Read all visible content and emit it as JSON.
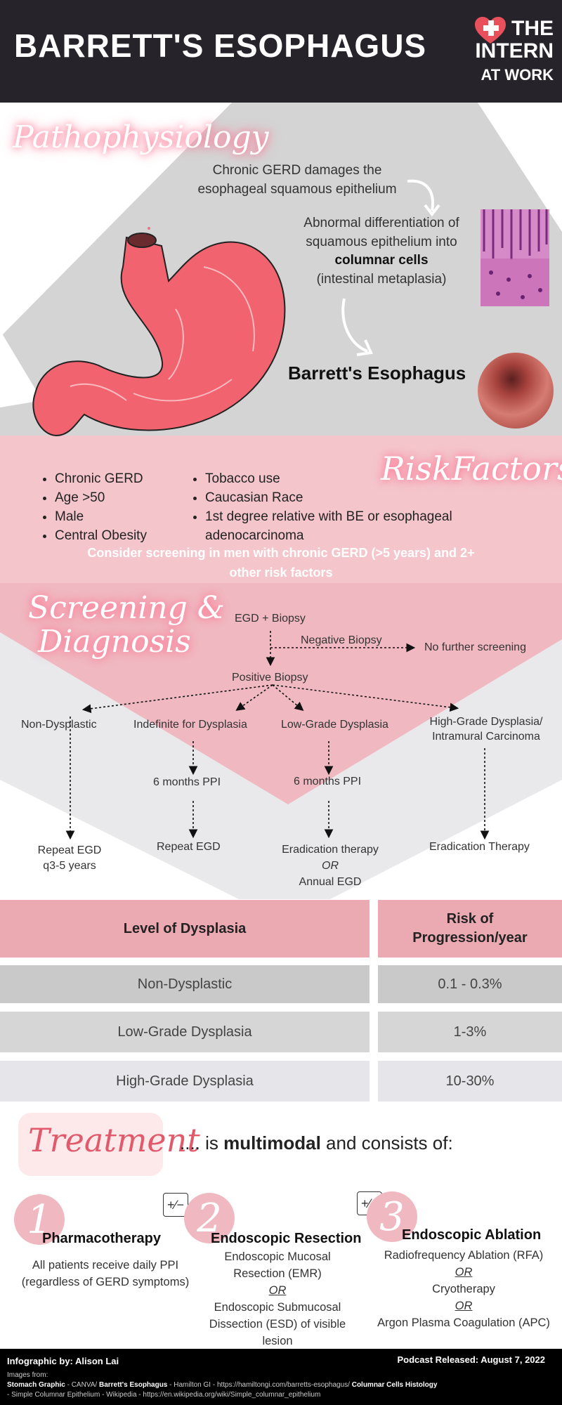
{
  "header": {
    "title": "BARRETT'S ESOPHAGUS",
    "logo_line1": "THE",
    "logo_line2": "INTERN",
    "logo_line3": "AT WORK"
  },
  "patho": {
    "heading": "Pathophysiology",
    "text1": "Chronic GERD damages the esophageal squamous epithelium",
    "text2a": "Abnormal differentiation of squamous epithelium into",
    "text2b": "columnar cells",
    "text2c": "(intestinal metaplasia)",
    "result": "Barrett's Esophagus"
  },
  "risk": {
    "heading": "RiskFactors",
    "col1": [
      "Chronic GERD",
      "Age >50",
      "Male",
      "Central Obesity"
    ],
    "col2": [
      "Tobacco use",
      "Caucasian Race",
      "1st degree relative with BE or esophageal adenocarcinoma"
    ],
    "note": "Consider screening in men with chronic GERD (>5 years) and 2+ other risk factors"
  },
  "screening": {
    "heading1": "Screening &",
    "heading2": "Diagnosis",
    "egd": "EGD + Biopsy",
    "neg": "Negative Biopsy",
    "no_further": "No further screening",
    "pos": "Positive Biopsy",
    "nd": "Non-Dysplastic",
    "ind": "Indefinite for Dysplasia",
    "lgd": "Low-Grade Dysplasia",
    "hgd": "High-Grade Dysplasia/ Intramural Carcinoma",
    "ppi1": "6 months PPI",
    "ppi2": "6 months PPI",
    "out_nd": "Repeat EGD q3-5 years",
    "out_ind": "Repeat EGD",
    "out_lgd1": "Eradication therapy",
    "out_lgd_or": "OR",
    "out_lgd2": "Annual EGD",
    "out_hgd": "Eradication Therapy"
  },
  "table": {
    "col1": "Level of Dysplasia",
    "col2": "Risk of Progression/year",
    "rows": [
      {
        "level": "Non-Dysplastic",
        "risk": "0.1 - 0.3%"
      },
      {
        "level": "Low-Grade Dysplasia",
        "risk": "1-3%"
      },
      {
        "level": "High-Grade Dysplasia",
        "risk": "10-30%"
      }
    ]
  },
  "treatment": {
    "heading": "Treatment",
    "intro_pre": ".... is ",
    "intro_bold": "multimodal",
    "intro_post": " and consists of:",
    "pm_symbol": "+∕−",
    "items": [
      {
        "num": "1",
        "title": "Pharmacotherapy",
        "body": "All patients receive daily PPI (regardless of GERD symptoms)"
      },
      {
        "num": "2",
        "title": "Endoscopic Resection",
        "body1": "Endoscopic Mucosal Resection (EMR)",
        "or": "OR",
        "body2": "Endoscopic Submucosal Dissection (ESD) of visible lesion"
      },
      {
        "num": "3",
        "title": "Endoscopic Ablation",
        "body1": "Radiofrequency Ablation (RFA)",
        "or1": "OR",
        "body2": "Cryotherapy",
        "or2": "OR",
        "body3": "Argon Plasma Coagulation (APC)"
      }
    ]
  },
  "footer": {
    "credit": "Infographic by: Alison Lai",
    "podcast": "Podcast Released: August 7, 2022",
    "images_from": "Images from:",
    "src1a": "Stomach Graphic",
    "src1b": " - CANVA/ ",
    "src1c": "Barrett's Esophagus",
    "src1d": " - Hamilton GI - https://hamiltongi.com/barretts-esophagus/ ",
    "src1e": "Columnar Cells Histology",
    "src2": " - Simple Columnar Epithelium - Wikipedia - https://en.wikipedia.org/wiki/Simple_columnar_epithelium"
  },
  "colors": {
    "dark": "#27232b",
    "pink": "#eba9b2",
    "lightpink": "#f4c6cc",
    "grey": "#d4d4d4",
    "lightgrey": "#e9e9ec",
    "accent": "#e8505b"
  }
}
